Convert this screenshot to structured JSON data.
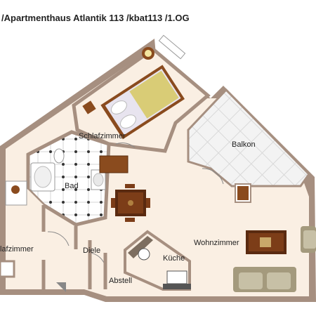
{
  "title": "/Apartmenthaus Atlantik 113 /kbat113 /1.OG",
  "rooms": {
    "schlafzimmer_1": "Schlafzimmer",
    "balkon": "Balkon",
    "bad": "Bad",
    "schlafzimmer_2": "lafzimmer",
    "wohnzimmer": "Wohnzimmer",
    "diele": "Diele",
    "kueche": "Küche",
    "abstell": "Abstell"
  },
  "colors": {
    "wall": "#a68f80",
    "floor": "#faefe3",
    "tile": "#f2f2f2",
    "wood": "#8a4b1e",
    "bed_sheet": "#e8e4ef",
    "bed_pillow": "#d9cc76",
    "sofa": "#c7c0a6"
  }
}
